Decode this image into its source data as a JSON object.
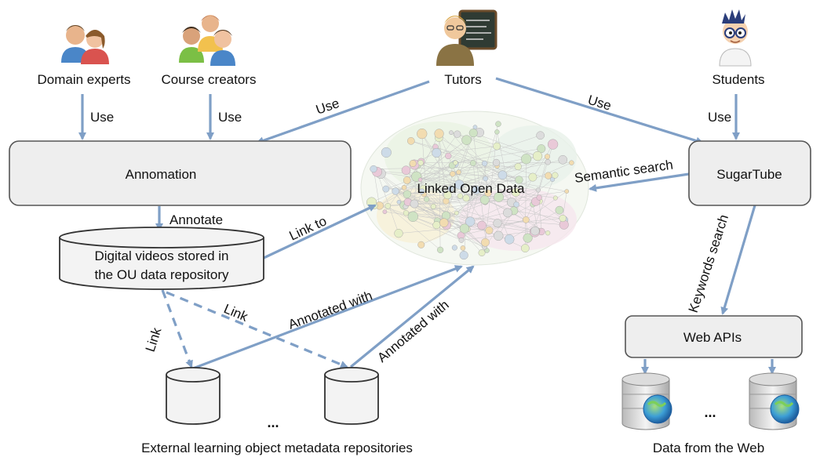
{
  "actors": {
    "domain_experts": "Domain experts",
    "course_creators": "Course creators",
    "tutors": "Tutors",
    "students": "Students"
  },
  "boxes": {
    "annomation": "Annomation",
    "sugartube": "SugarTube",
    "web_apis": "Web APIs",
    "repository_line1": "Digital videos stored in",
    "repository_line2": "the OU data repository"
  },
  "edges": {
    "use_domain": "Use",
    "use_course": "Use",
    "use_tutors_left": "Use",
    "use_tutors_right": "Use",
    "use_students": "Use",
    "annotate": "Annotate",
    "link_to": "Link to",
    "semantic_search": "Semantic search",
    "keywords_search": "Keywords search",
    "link_1": "Link",
    "link_2": "Link",
    "annotated_with_1": "Annotated with",
    "annotated_with_2": "Annotated with"
  },
  "cloud": {
    "label": "Linked Open Data"
  },
  "labels": {
    "external_repos": "External learning object metadata repositories",
    "data_from_web": "Data from the Web",
    "ellipsis_left": "...",
    "ellipsis_right": "..."
  },
  "icons": {
    "domain_experts": "people-pair-icon",
    "course_creators": "people-group-icon",
    "tutors": "tutor-blackboard-icon",
    "students": "student-icon",
    "web_databases": "database-globe-icon"
  },
  "colors": {
    "arrow": "#7f9fc6",
    "box_fill": "#eeeeee"
  }
}
